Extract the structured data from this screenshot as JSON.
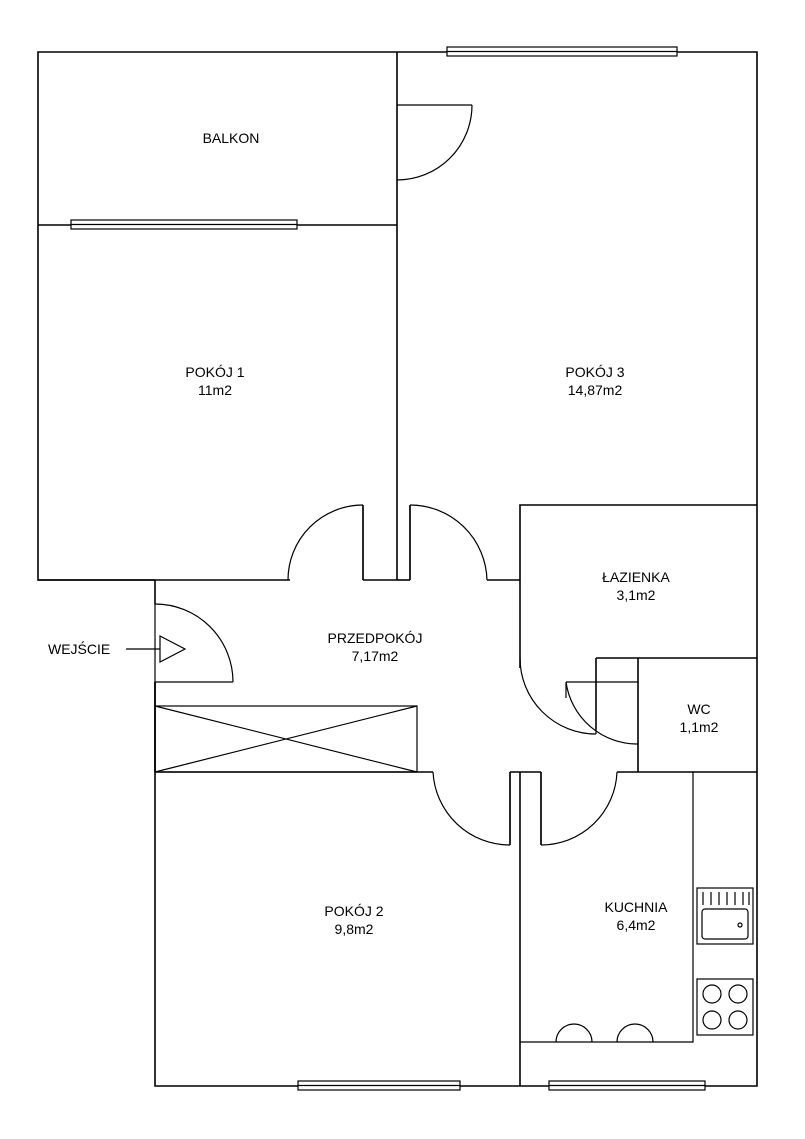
{
  "plan": {
    "rooms": {
      "balkon": {
        "name": "BALKON"
      },
      "pokoj1": {
        "name": "POKÓJ 1",
        "area": "11m2"
      },
      "pokoj3": {
        "name": "POKÓJ 3",
        "area": "14,87m2"
      },
      "lazienka": {
        "name": "ŁAZIENKA",
        "area": "3,1m2"
      },
      "przedpokoj": {
        "name": "PRZEDPOKÓJ",
        "area": "7,17m2"
      },
      "wc": {
        "name": "WC",
        "area": "1,1m2"
      },
      "pokoj2": {
        "name": "POKÓJ 2",
        "area": "9,8m2"
      },
      "kuchnia": {
        "name": "KUCHNIA",
        "area": "6,4m2"
      }
    },
    "entrance": {
      "label": "WEJŚCIE"
    }
  }
}
